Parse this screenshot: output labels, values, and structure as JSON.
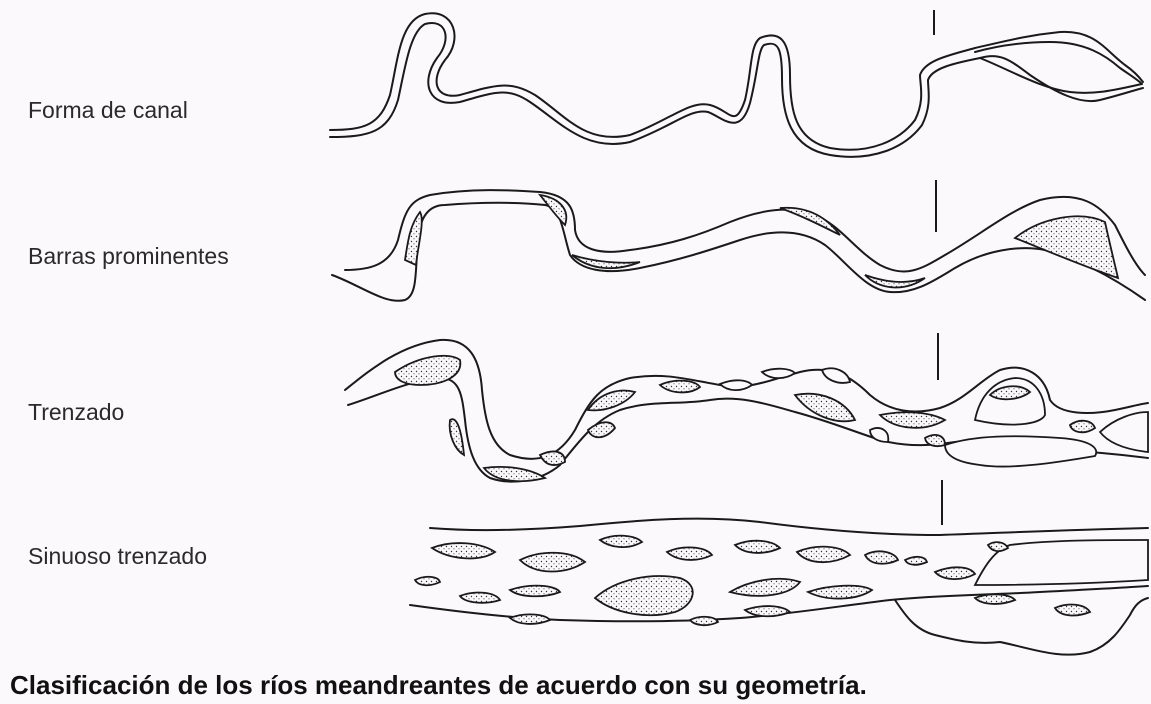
{
  "labels": {
    "row1": "Forma de canal",
    "row2": "Barras prominentes",
    "row3": "Trenzado",
    "row4": "Sinuoso trenzado"
  },
  "caption": "Clasificación de los ríos meandreantes de acuerdo con su geometría.",
  "colors": {
    "background": "#fbf9fb",
    "ink": "#1a1a1a"
  }
}
